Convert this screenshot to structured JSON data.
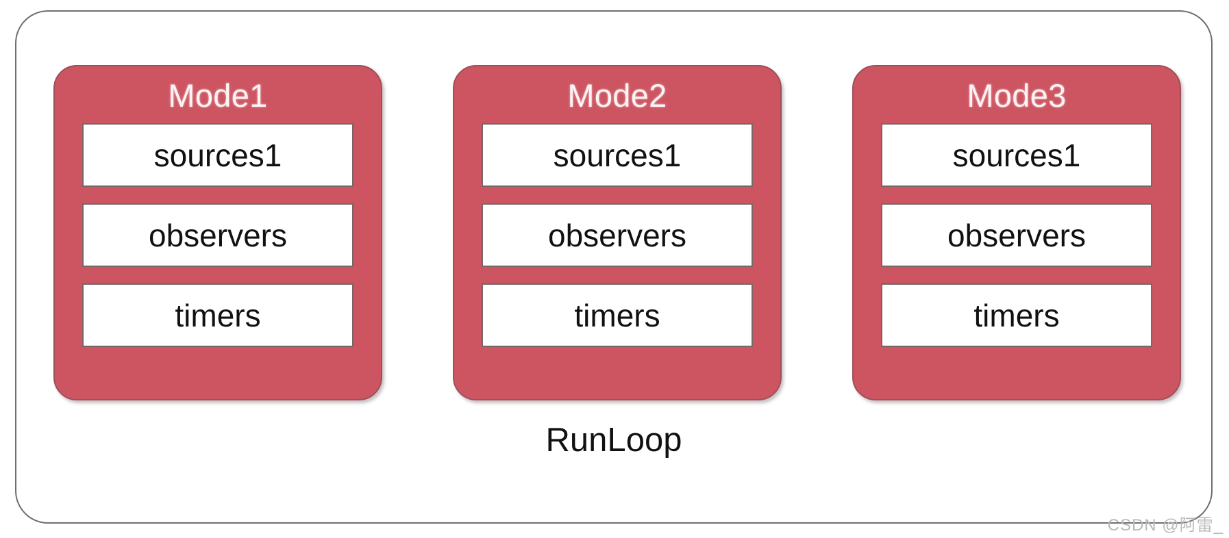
{
  "diagram": {
    "container_label": "RunLoop",
    "accent_color": "#cd5561",
    "container_border_color": "#6f6f6f",
    "item_border_color": "#7a6468",
    "title_text_color": "#fdf3f4",
    "item_text_color": "#111111",
    "modes": [
      {
        "title": "Mode1",
        "items": [
          "sources1",
          "observers",
          "timers"
        ]
      },
      {
        "title": "Mode2",
        "items": [
          "sources1",
          "observers",
          "timers"
        ]
      },
      {
        "title": "Mode3",
        "items": [
          "sources1",
          "observers",
          "timers"
        ]
      }
    ]
  },
  "watermark": {
    "text": "CSDN @阿雷_"
  }
}
